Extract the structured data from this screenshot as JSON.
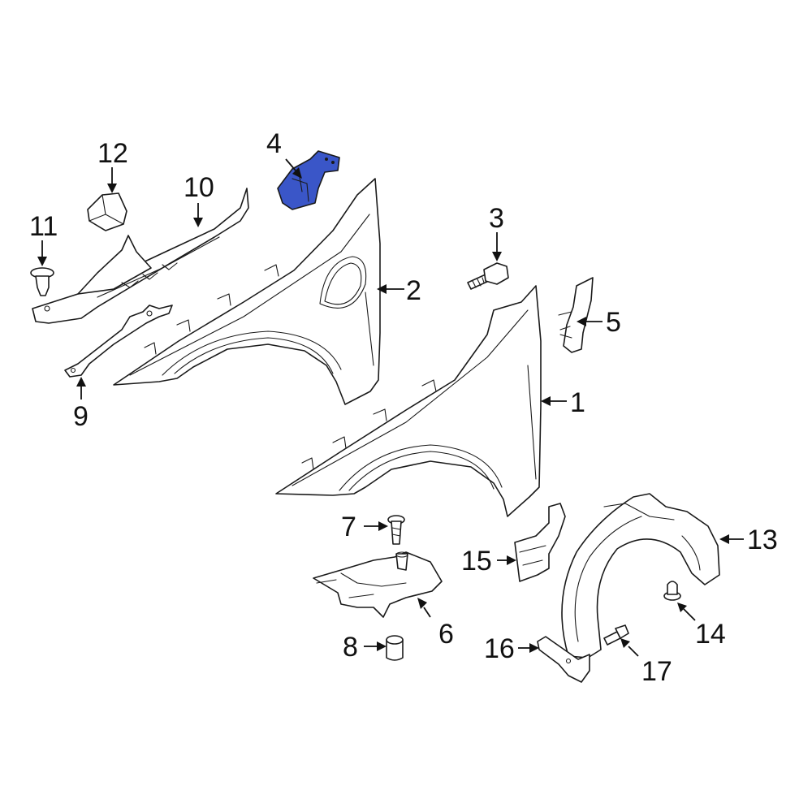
{
  "diagram": {
    "highlight_color": "#3a56c8",
    "line_color": "#1a1a1a",
    "callouts": [
      {
        "label": "1",
        "part": "front-fender"
      },
      {
        "label": "2",
        "part": "front-fender-rear"
      },
      {
        "label": "3",
        "part": "bolt"
      },
      {
        "label": "4",
        "part": "bracket"
      },
      {
        "label": "5",
        "part": "bracket"
      },
      {
        "label": "6",
        "part": "bracket"
      },
      {
        "label": "7",
        "part": "bolt"
      },
      {
        "label": "8",
        "part": "bushing"
      },
      {
        "label": "9",
        "part": "bracket"
      },
      {
        "label": "10",
        "part": "rail"
      },
      {
        "label": "11",
        "part": "clip"
      },
      {
        "label": "12",
        "part": "bracket"
      },
      {
        "label": "13",
        "part": "fender-liner"
      },
      {
        "label": "14",
        "part": "clip"
      },
      {
        "label": "15",
        "part": "shield"
      },
      {
        "label": "16",
        "part": "bracket"
      },
      {
        "label": "17",
        "part": "screw"
      }
    ]
  }
}
